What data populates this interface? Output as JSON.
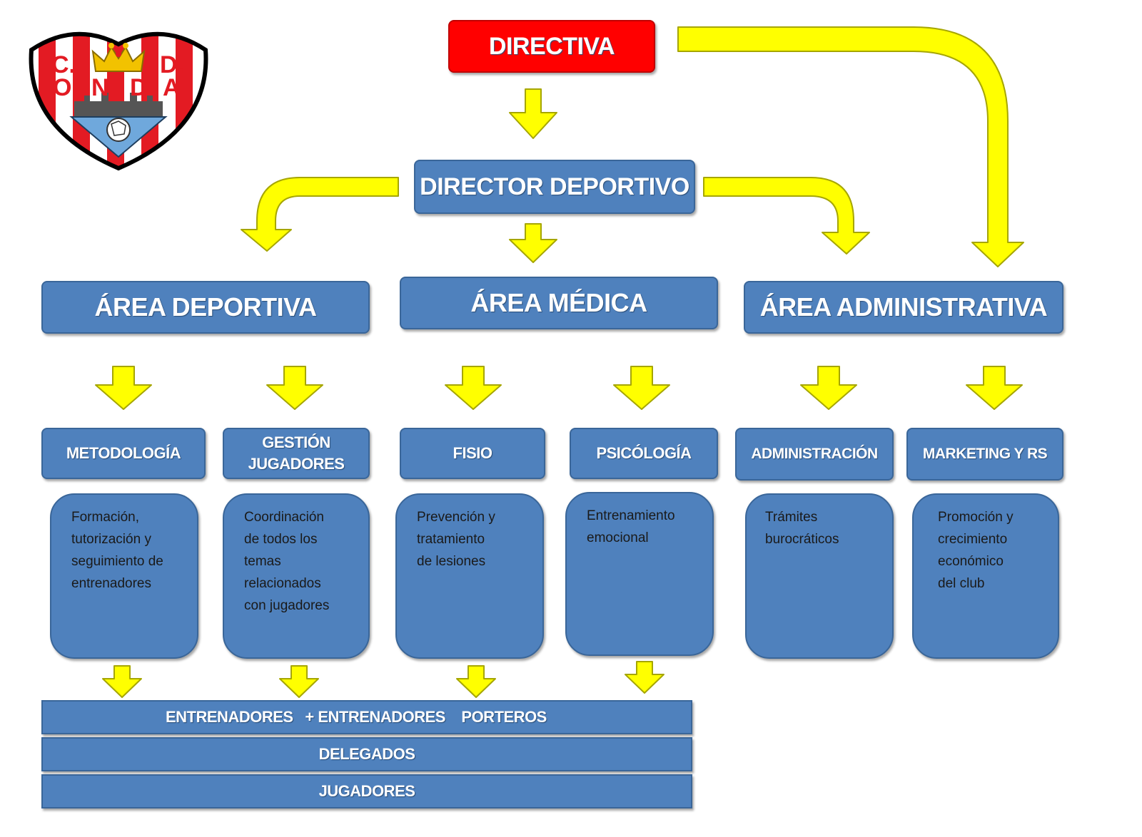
{
  "logo": {
    "letters": [
      "C.",
      "D.",
      "O",
      "N",
      "D",
      "A"
    ],
    "colors": {
      "red": "#e31b23",
      "white": "#ffffff",
      "gold": "#f2c200",
      "sky": "#6fa8dc",
      "black": "#000000"
    }
  },
  "colors": {
    "box_fill": "#4f81bd",
    "box_border": "#3a6699",
    "directiva_fill": "#ff0000",
    "arrow_fill": "#ffff00",
    "arrow_stroke": "#a6a600"
  },
  "nodes": {
    "directiva": "DIRECTIVA",
    "director_deportivo": "DIRECTOR DEPORTIVO",
    "areas": {
      "deportiva": "ÁREA DEPORTIVA",
      "medica": "ÁREA MÉDICA",
      "administrativa": "ÁREA ADMINISTRATIVA"
    },
    "units": [
      {
        "id": "metodologia",
        "label": "METODOLOGÍA",
        "desc": "Formación,\ntutorización y\nseguimiento de\nentrenadores"
      },
      {
        "id": "gestion",
        "label": "GESTIÓN\nJUGADORES",
        "desc": "Coordinación\nde todos los\ntemas\nrelacionados\ncon jugadores"
      },
      {
        "id": "fisio",
        "label": "FISIO",
        "desc": "Prevención y\ntratamiento\nde lesiones"
      },
      {
        "id": "psicologia",
        "label": "PSICÓLOGÍA",
        "desc": "Entrenamiento\nemocional"
      },
      {
        "id": "administracion",
        "label": "ADMINISTRACIÓN",
        "desc": "Trámites\nburocráticos"
      },
      {
        "id": "marketing",
        "label": "MARKETING Y RS",
        "desc": "Promoción y\ncrecimiento\neconómico\ndel club"
      }
    ],
    "bottom_bars": [
      "ENTRENADORES   + ENTRENADORES    PORTEROS",
      "DELEGADOS",
      "JUGADORES"
    ]
  }
}
